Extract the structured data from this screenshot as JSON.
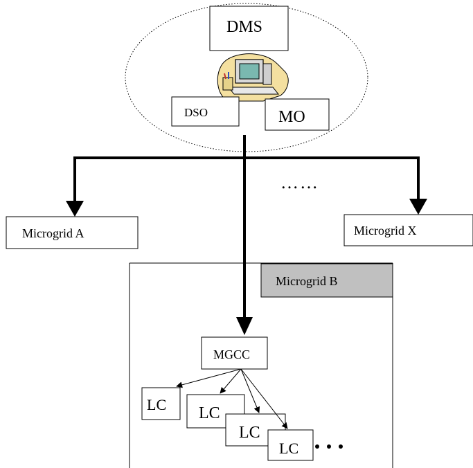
{
  "labels": {
    "dms": "DMS",
    "dso": "DSO",
    "mo": "MO",
    "microgrid_a": "Microgrid A",
    "microgrid_x": "Microgrid X",
    "microgrid_b": "Microgrid B",
    "mgcc": "MGCC",
    "lc_1": "LC",
    "lc_2": "LC",
    "lc_3": "LC",
    "lc_4": "LC",
    "ellipsis": "……"
  },
  "icons": {
    "operator": "computer-workstation-icon"
  },
  "colors": {
    "microgrid_b_header": "#c0c0c0",
    "computer_blob": "#f4e0a0"
  }
}
